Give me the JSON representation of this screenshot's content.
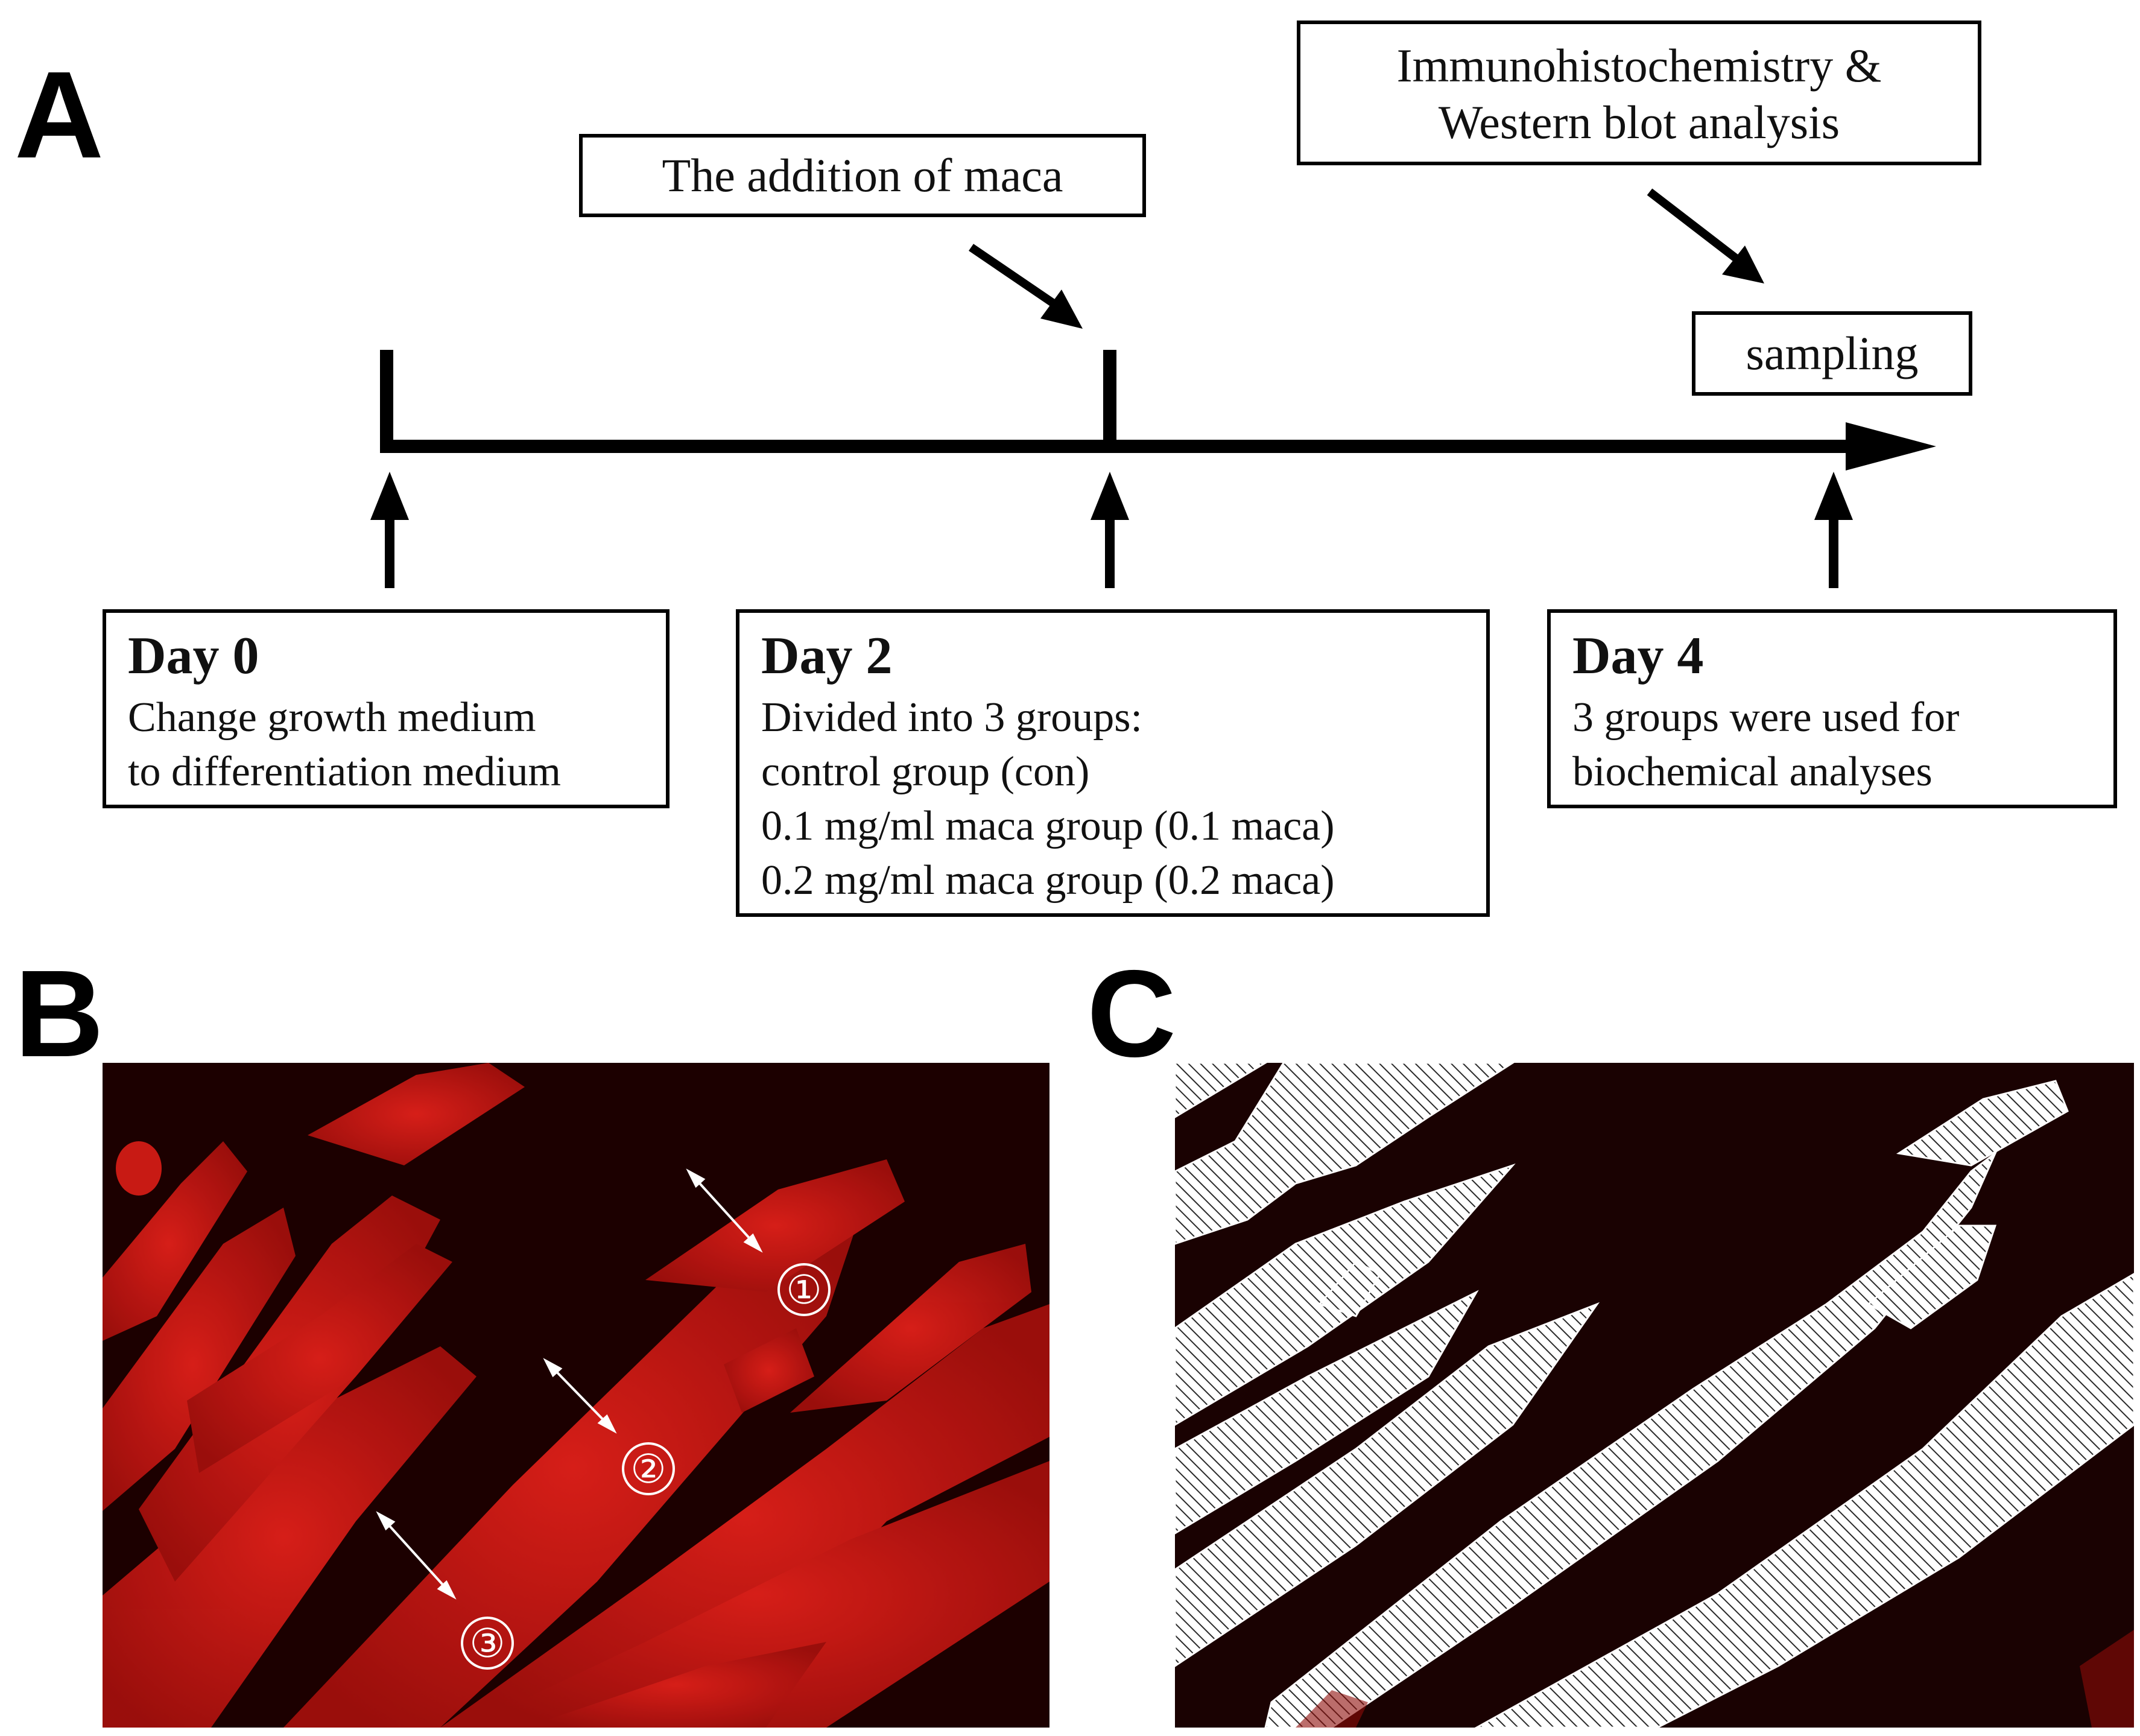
{
  "panels": {
    "A": "A",
    "B": "B",
    "C": "C"
  },
  "timeline": {
    "maca_box": "The addition of maca",
    "analysis_box": [
      "Immunohistochemistry &",
      "Western blot analysis"
    ],
    "sampling_box": "sampling",
    "days": [
      {
        "title": "Day 0",
        "lines": [
          "Change growth medium",
          "to differentiation medium"
        ]
      },
      {
        "title": "Day 2",
        "lines": [
          "Divided into 3 groups:",
          "control group (con)",
          "0.1 mg/ml maca group (0.1 maca)",
          "0.2 mg/ml maca group (0.2 maca)"
        ]
      },
      {
        "title": "Day 4",
        "lines": [
          "3 groups were used for",
          "biochemical analyses"
        ]
      }
    ]
  },
  "micrograph_b": {
    "markers": [
      "①",
      "②",
      "③"
    ]
  },
  "colors": {
    "background": "#ffffff",
    "ink": "#000000",
    "stain_dark": "#1c0000",
    "stain_red": "#cc1a1a",
    "hatch": "#ffffff"
  }
}
